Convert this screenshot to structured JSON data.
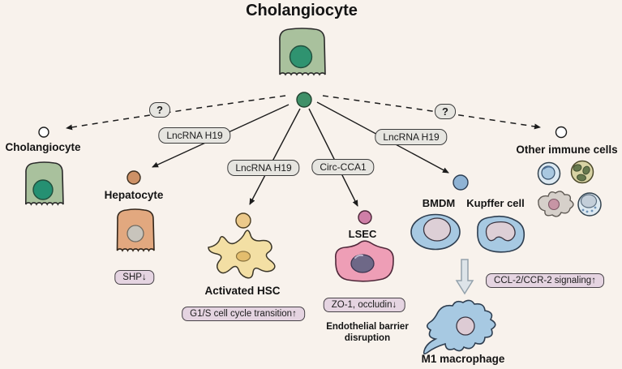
{
  "title": "Cholangiocyte",
  "question_mark": "?",
  "mediators": {
    "h19_left": "LncRNA H19",
    "h19_center": "LncRNA H19",
    "h19_right": "LncRNA H19",
    "circ_cca1": "Circ-CCA1"
  },
  "targets": {
    "cholangiocyte": {
      "label": "Cholangiocyte"
    },
    "hepatocyte": {
      "label": "Hepatocyte",
      "effect": "SHP↓"
    },
    "activated_hsc": {
      "label": "Activated HSC",
      "effect": "G1/S cell cycle transition↑"
    },
    "lsec": {
      "label": "LSEC",
      "effect": "ZO-1, occludin↓",
      "outcome": "Endothelial barrier disruption"
    },
    "bmdm": {
      "label": "BMDM"
    },
    "kupffer": {
      "label": "Kupffer cell"
    },
    "m1_macrophage": {
      "label": "M1 macrophage",
      "effect": "CCL-2/CCR-2 signaling↑"
    },
    "other_immune": {
      "label": "Other immune cells"
    }
  },
  "colors": {
    "background": "#f8f2ec",
    "cholangiocyte_body": "#a9c19d",
    "cholangiocyte_nucleus": "#2f9370",
    "hepatocyte_body": "#e2a87f",
    "hsc_body": "#f3dfa4",
    "lsec_body": "#ee9eb6",
    "macrophage_body": "#a7c9e2",
    "gray_box": "#e6e5e0",
    "purple_box": "#e5d4e1"
  }
}
